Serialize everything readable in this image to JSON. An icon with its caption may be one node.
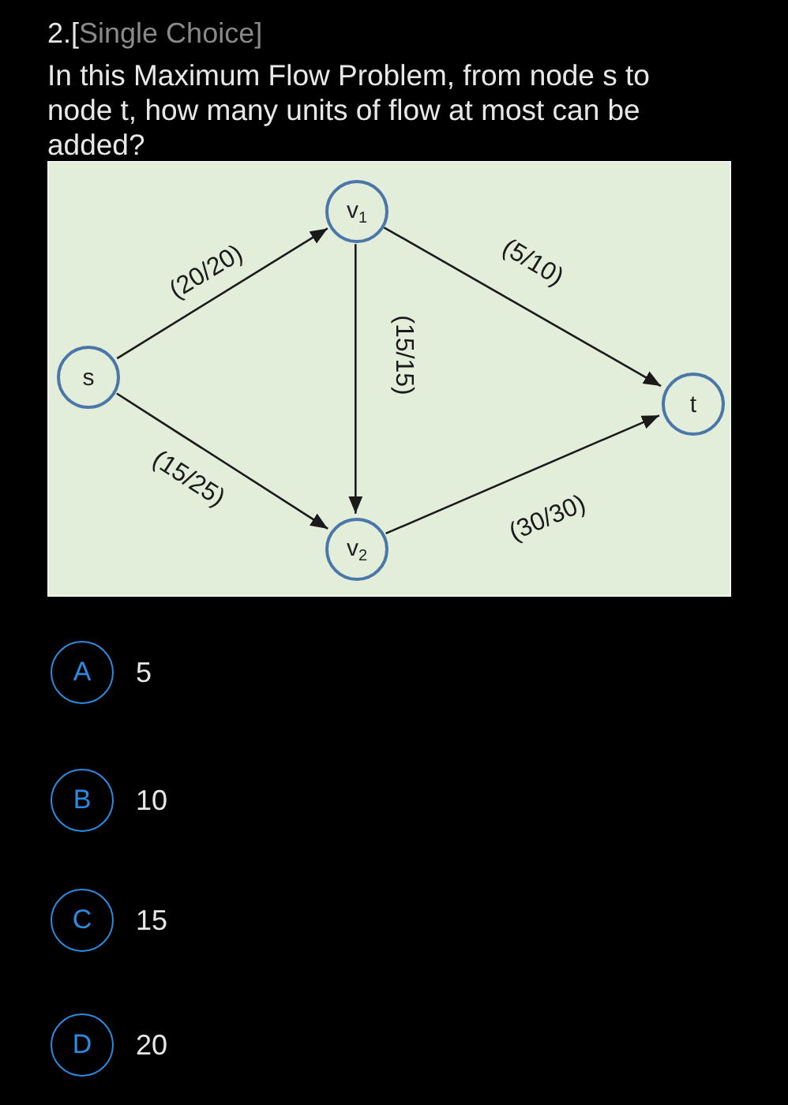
{
  "diagram": {
    "title": "2.[Single Choice]",
    "nodes": [
      {
        "text": [
          "s"
        ]
      },
      {
        "text": [
          "v$_{1}$"
        ]
      },
      {
        "text": [
          "v$_{2}$"
        ]
      },
      {
        "text": [
          "t"
        ]
      },
      {
        "text": [
          "A"
        ],
        "beside": [
          "5"
        ]
      },
      {
        "text": [
          "B"
        ],
        "beside": [
          "10"
        ]
      },
      {
        "text": [
          "C"
        ],
        "beside": [
          "15"
        ]
      },
      {
        "text": [
          "D"
        ],
        "beside": [
          "20"
        ]
      }
    ],
    "edges": [
      {
        "from": 0,
        "to": 1,
        "arrow": "to",
        "label": "(20/20)"
      },
      {
        "from": 1,
        "to": 3,
        "arrow": "to",
        "label": "(5/10)"
      },
      {
        "from": 1,
        "to": 2,
        "arrow": "to",
        "label": "(15/15)"
      },
      {
        "from": 0,
        "to": 2,
        "arrow": "to",
        "label": "(15/25)"
      },
      {
        "from": 2,
        "to": 3,
        "arrow": "to",
        "label": "(30/30)"
      }
    ],
    "labels": [
      "In this Maximum Flow Problem, from node s to node t, how many units of flow at most can be added?"
    ]
  }
}
